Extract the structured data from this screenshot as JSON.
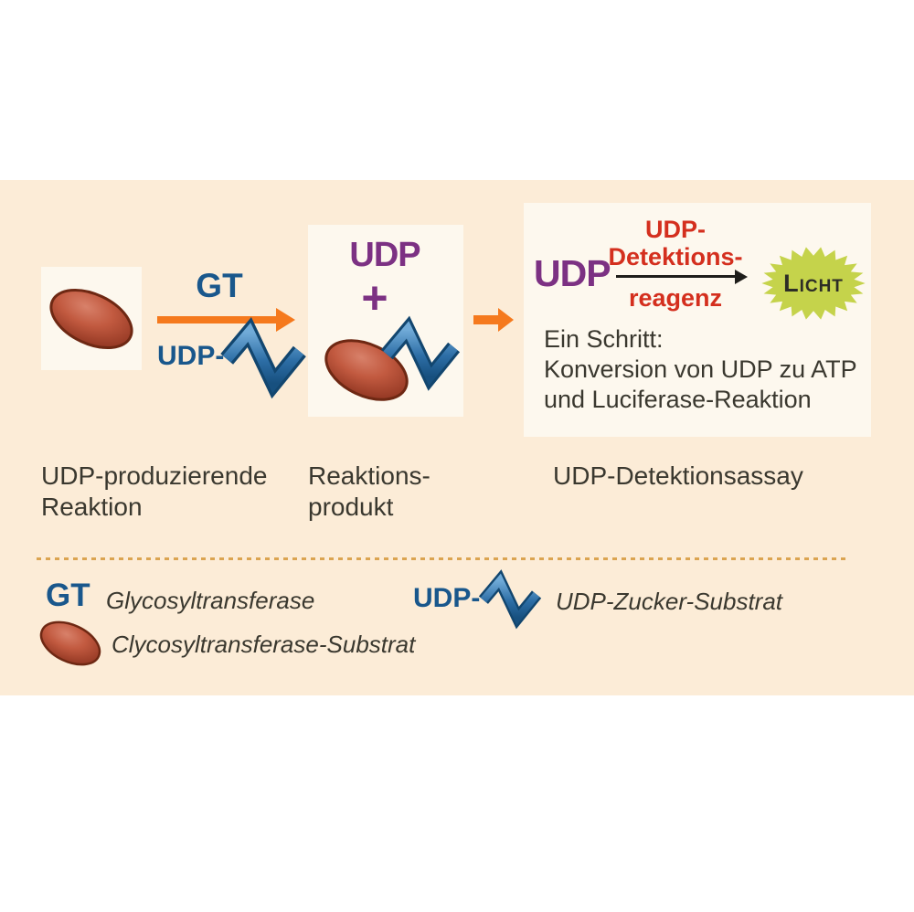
{
  "flow": {
    "step1": {
      "label_line1": "UDP-produzierende",
      "label_line2": "Reaktion"
    },
    "arrow1": {
      "enzyme_label": "GT",
      "substrate_label": "UDP-"
    },
    "step2": {
      "udp_label": "UDP",
      "plus_sign": "+",
      "label_line1": "Reaktions-",
      "label_line2": "produkt"
    },
    "step3": {
      "udp_label": "UDP",
      "reagent_line1": "UDP-",
      "reagent_line2": "Detektions-",
      "reagent_line3": "reagenz",
      "licht_label": "Licht",
      "note_line1": "Ein Schritt:",
      "note_line2": "Konversion von UDP zu ATP",
      "note_line3": "und Luciferase-Reaktion",
      "label": "UDP-Detektionsassay"
    }
  },
  "legend": {
    "gt_symbol": "GT",
    "gt_label": "Glycosyltransferase",
    "substrate_label": "Clycosyltransferase-Substrat",
    "udp_symbol": "UDP-",
    "udp_label": "UDP-Zucker-Substrat"
  },
  "colors": {
    "accent_orange": "#f5791d",
    "enzyme_blue": "#19578c",
    "udp_purple": "#7c3183",
    "reagent_red": "#d42f1e",
    "licht_green": "#c5d34b",
    "text_dark": "#3a382f",
    "dashed_line": "#dba451",
    "panel_background": "#fcecd7",
    "box_background": "#fdf8ee"
  }
}
